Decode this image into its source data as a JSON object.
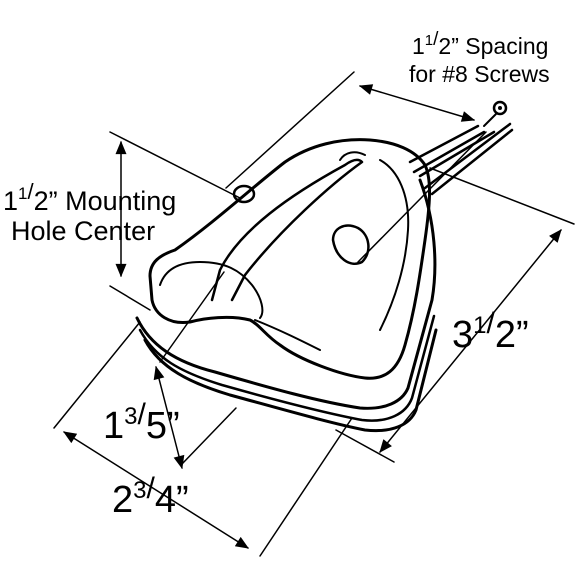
{
  "dimensions": {
    "spacing": {
      "whole": "1",
      "num": "1",
      "slash": "/",
      "den": "2",
      "quote": "”",
      "rest": " Spacing",
      "line2": "for #8 Screws"
    },
    "mounting": {
      "whole": "1",
      "num": "1",
      "slash": "/",
      "den": "2",
      "quote": "”",
      "rest": " Mounting",
      "line2": "Hole Center"
    },
    "length": {
      "whole": "3",
      "num": "1",
      "slash": "/",
      "den": "2",
      "quote": "”"
    },
    "height": {
      "whole": "1",
      "num": "3",
      "slash": "/",
      "den": "5",
      "quote": "”"
    },
    "width": {
      "whole": "2",
      "num": "3",
      "slash": "/",
      "den": "4",
      "quote": "”"
    }
  }
}
